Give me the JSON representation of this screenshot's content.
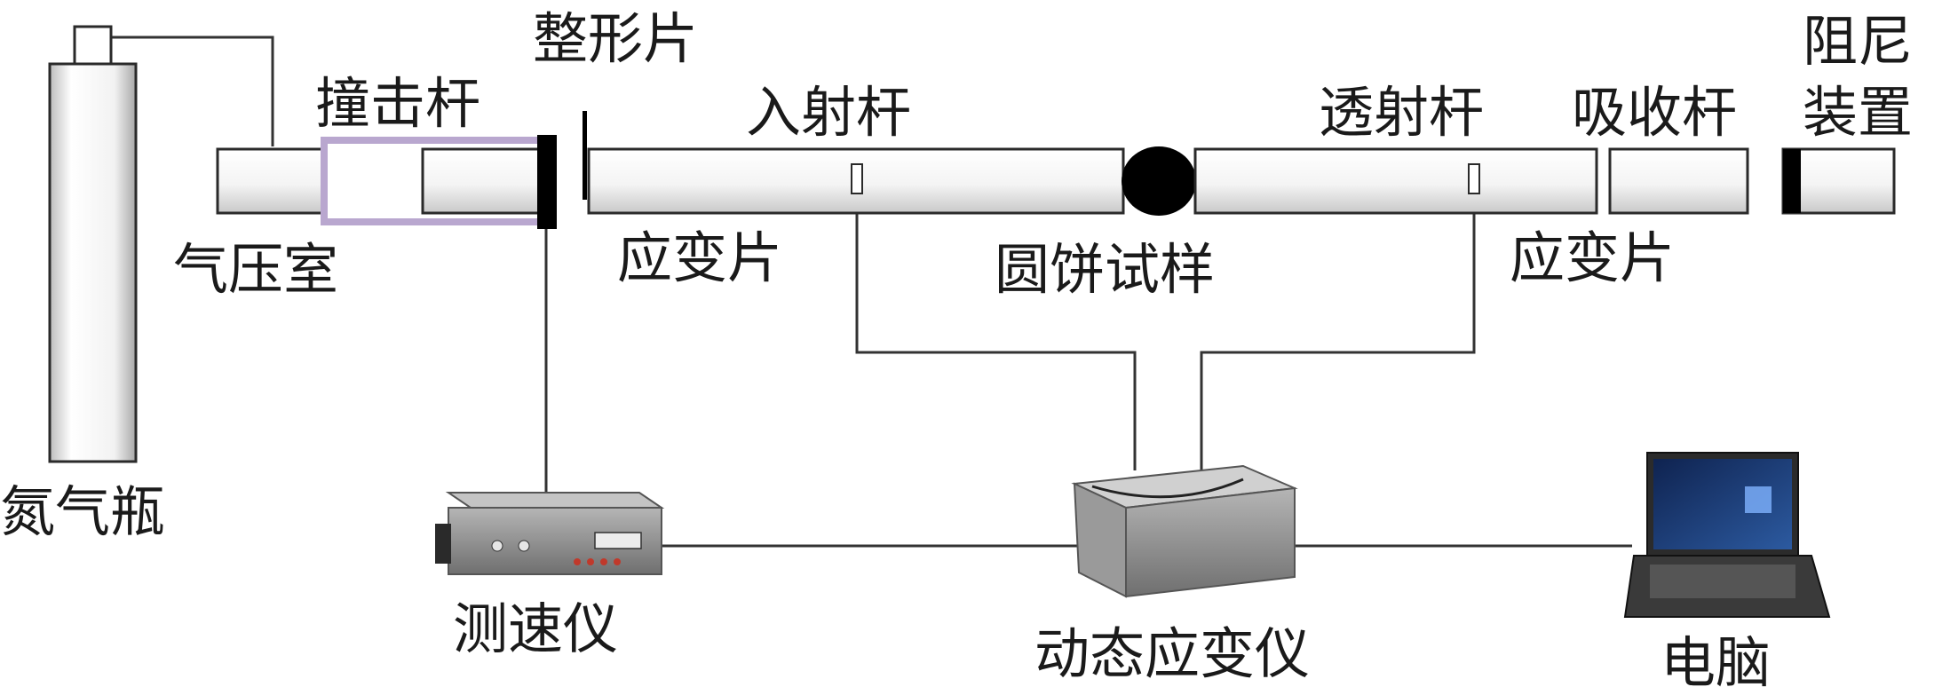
{
  "labels": {
    "nitrogen_cylinder": "氮气瓶",
    "pressure_chamber": "气压室",
    "striker_bar": "撞击杆",
    "pulse_shaper": "整形片",
    "incident_bar": "入射杆",
    "strain_gauge_incident": "应变片",
    "disc_specimen": "圆饼试样",
    "transmission_bar": "透射杆",
    "strain_gauge_transmission": "应变片",
    "absorption_bar": "吸收杆",
    "damper_line1": "阻尼",
    "damper_line2": "装置",
    "velocimeter": "测速仪",
    "dynamic_strain_meter": "动态应变仪",
    "computer": "电脑"
  },
  "colors": {
    "striker_frame": "#b9a7cf",
    "line": "#333333",
    "specimen": "#000000",
    "device_gray": "#8f8f8f",
    "laptop_screen": "#1e3a6e"
  }
}
